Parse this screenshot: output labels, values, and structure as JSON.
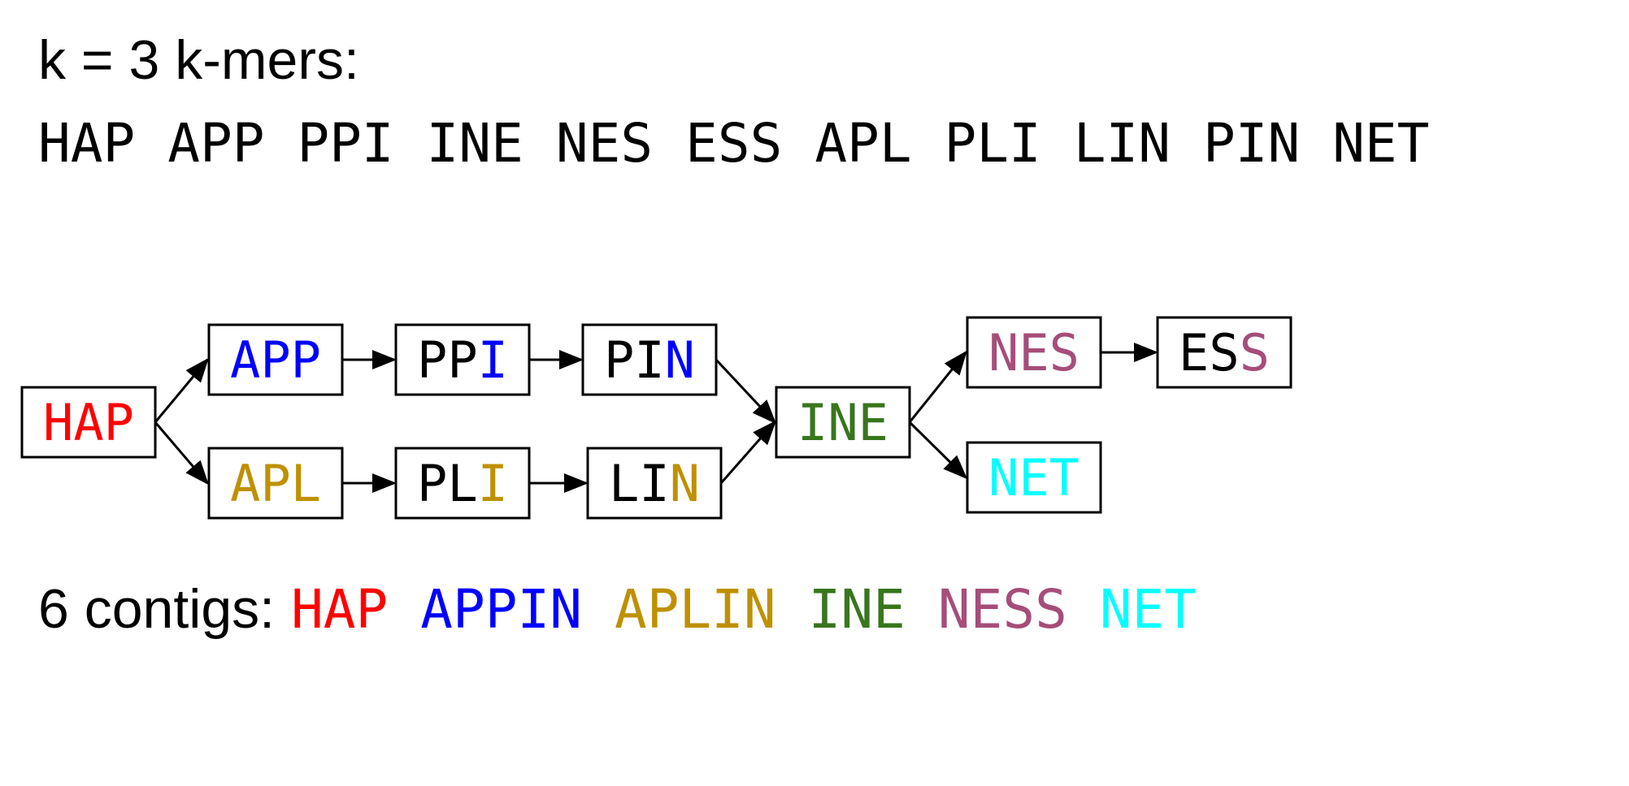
{
  "heading": "k = 3 k-mers:",
  "kmers": [
    "HAP",
    "APP",
    "PPI",
    "INE",
    "NES",
    "ESS",
    "APL",
    "PLI",
    "LIN",
    "PIN",
    "NET"
  ],
  "colors": {
    "black": "#000000",
    "red": "#ff0000",
    "blue": "#0000ff",
    "gold": "#bf9000",
    "green": "#38761d",
    "magenta": "#a64d79",
    "cyan": "#00ffff"
  },
  "graph": {
    "nodes": [
      {
        "id": "HAP",
        "segments": [
          {
            "text": "HAP",
            "color": "red"
          }
        ]
      },
      {
        "id": "APP",
        "segments": [
          {
            "text": "APP",
            "color": "blue"
          }
        ]
      },
      {
        "id": "PPI",
        "segments": [
          {
            "text": "PP",
            "color": "black"
          },
          {
            "text": "I",
            "color": "blue"
          }
        ]
      },
      {
        "id": "PIN",
        "segments": [
          {
            "text": "PI",
            "color": "black"
          },
          {
            "text": "N",
            "color": "blue"
          }
        ]
      },
      {
        "id": "APL",
        "segments": [
          {
            "text": "APL",
            "color": "gold"
          }
        ]
      },
      {
        "id": "PLI",
        "segments": [
          {
            "text": "PL",
            "color": "black"
          },
          {
            "text": "I",
            "color": "gold"
          }
        ]
      },
      {
        "id": "LIN",
        "segments": [
          {
            "text": "LI",
            "color": "black"
          },
          {
            "text": "N",
            "color": "gold"
          }
        ]
      },
      {
        "id": "INE",
        "segments": [
          {
            "text": "INE",
            "color": "green"
          }
        ]
      },
      {
        "id": "NES",
        "segments": [
          {
            "text": "NES",
            "color": "magenta"
          }
        ]
      },
      {
        "id": "ESS",
        "segments": [
          {
            "text": "ES",
            "color": "black"
          },
          {
            "text": "S",
            "color": "magenta"
          }
        ]
      },
      {
        "id": "NET",
        "segments": [
          {
            "text": "NET",
            "color": "cyan"
          }
        ]
      }
    ],
    "edges": [
      [
        "HAP",
        "APP"
      ],
      [
        "HAP",
        "APL"
      ],
      [
        "APP",
        "PPI"
      ],
      [
        "PPI",
        "PIN"
      ],
      [
        "APL",
        "PLI"
      ],
      [
        "PLI",
        "LIN"
      ],
      [
        "PIN",
        "INE"
      ],
      [
        "LIN",
        "INE"
      ],
      [
        "INE",
        "NES"
      ],
      [
        "INE",
        "NET"
      ],
      [
        "NES",
        "ESS"
      ]
    ]
  },
  "contigs_label": "6 contigs:",
  "contigs": [
    {
      "text": "HAP",
      "color": "red"
    },
    {
      "text": "APPIN",
      "color": "blue"
    },
    {
      "text": "APLIN",
      "color": "gold"
    },
    {
      "text": "INE",
      "color": "green"
    },
    {
      "text": "NESS",
      "color": "magenta"
    },
    {
      "text": "NET",
      "color": "cyan"
    }
  ]
}
